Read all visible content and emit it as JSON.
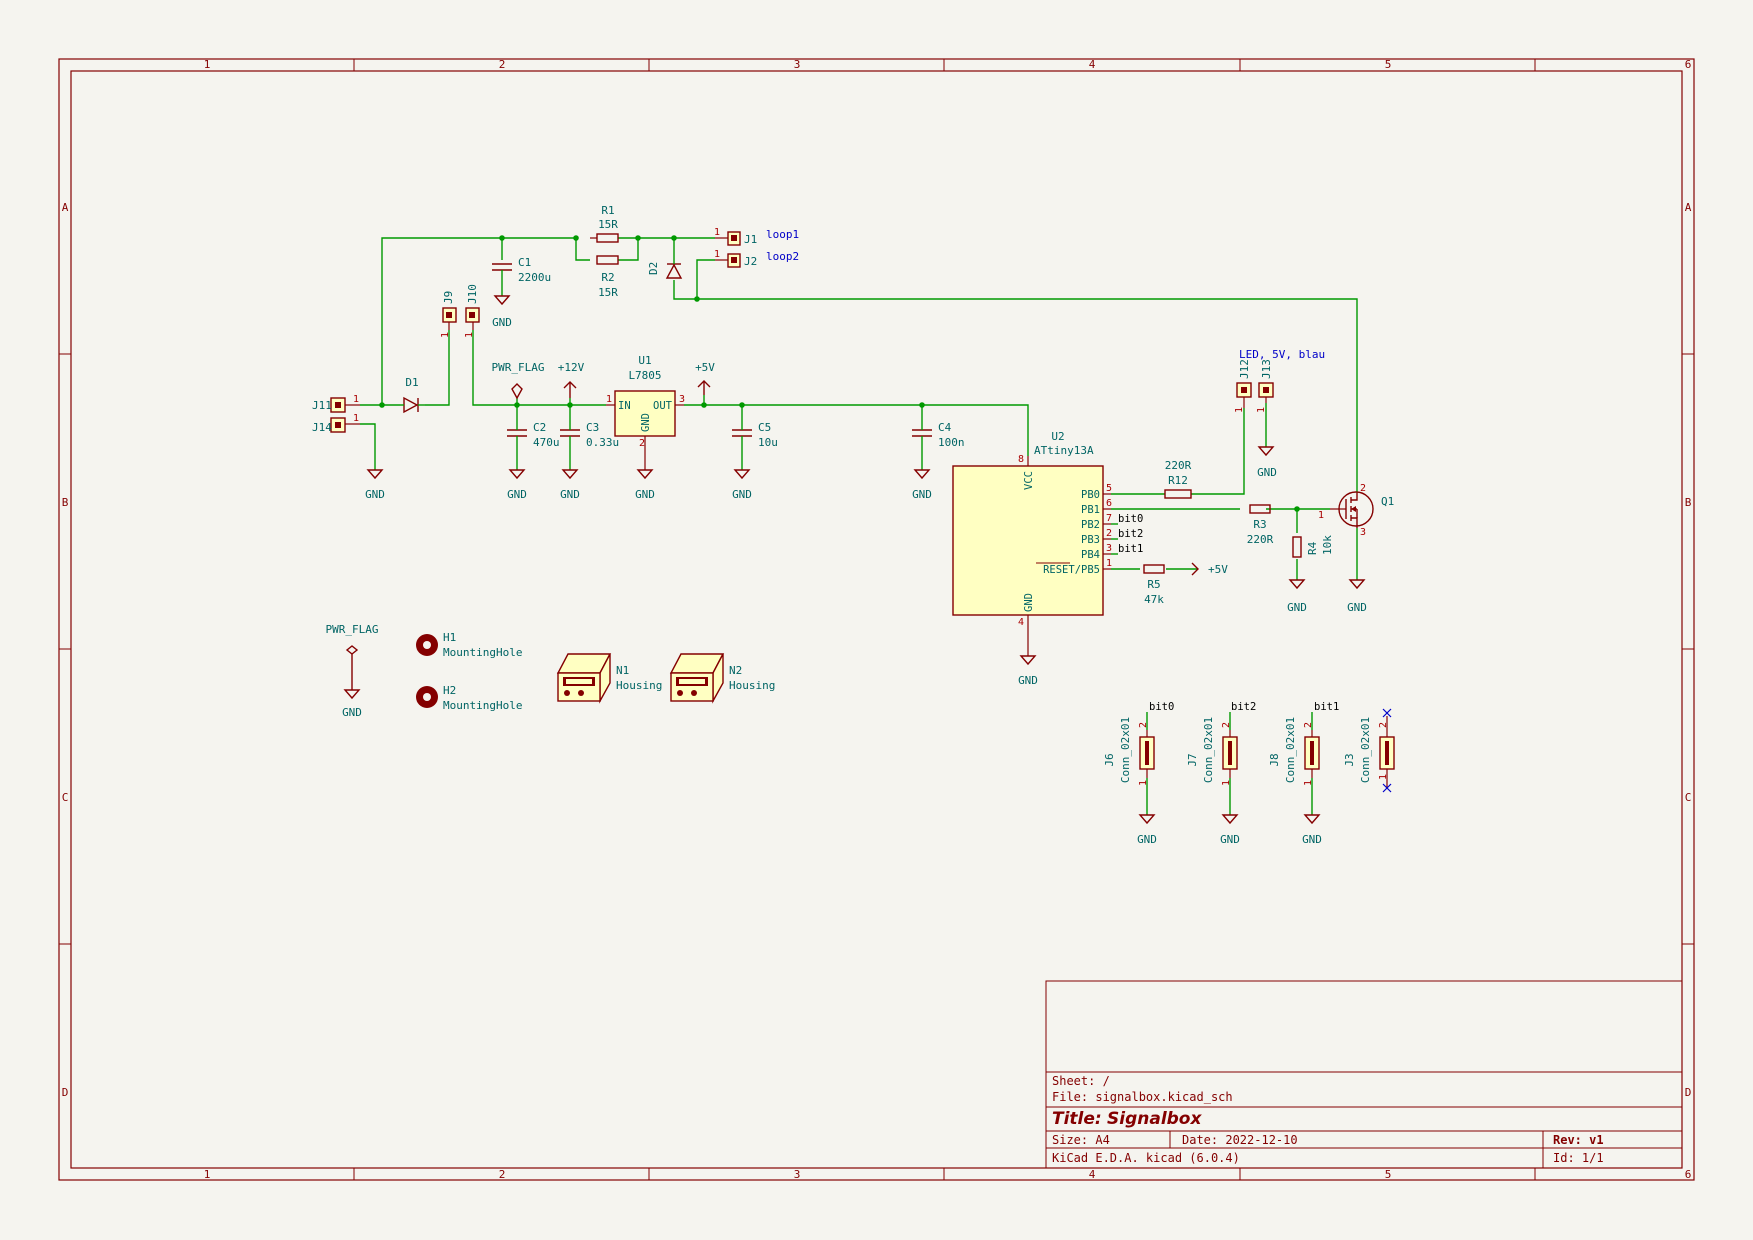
{
  "title_block": {
    "sheet": "Sheet: /",
    "file": "File: signalbox.kicad_sch",
    "title_label": "Title:",
    "title": "Signalbox",
    "size": "Size: A4",
    "date": "Date: 2022-12-10",
    "rev": "Rev: v1",
    "tool": "KiCad E.D.A.  kicad (6.0.4)",
    "id": "Id: 1/1"
  },
  "border": {
    "columns": [
      "1",
      "2",
      "3",
      "4",
      "5",
      "6"
    ],
    "rows": [
      "A",
      "B",
      "C",
      "D"
    ]
  },
  "components": {
    "r1": {
      "ref": "R1",
      "value": "15R"
    },
    "r2": {
      "ref": "R2",
      "value": "15R"
    },
    "c1": {
      "ref": "C1",
      "value": "2200u"
    },
    "j1": {
      "ref": "J1",
      "note": "loop1"
    },
    "j2": {
      "ref": "J2",
      "note": "loop2"
    },
    "d2": {
      "ref": "D2"
    },
    "j9": {
      "ref": "J9"
    },
    "j10": {
      "ref": "J10"
    },
    "j11": {
      "ref": "J11"
    },
    "j14": {
      "ref": "J14"
    },
    "d1": {
      "ref": "D1"
    },
    "u1": {
      "ref": "U1",
      "value": "L7805",
      "pin_in": "IN",
      "pin_out": "OUT",
      "pin_gnd": "GND"
    },
    "c2": {
      "ref": "C2",
      "value": "470u"
    },
    "c3": {
      "ref": "C3",
      "value": "0.33u"
    },
    "c5": {
      "ref": "C5",
      "value": "10u"
    },
    "c4": {
      "ref": "C4",
      "value": "100n"
    },
    "u2": {
      "ref": "U2",
      "value": "ATtiny13A",
      "vcc": "VCC",
      "gnd": "GND",
      "pins": [
        "PB0",
        "PB1",
        "PB2",
        "PB3",
        "PB4",
        "RESET/PB5"
      ]
    },
    "r12": {
      "ref": "R12",
      "value": "220R"
    },
    "r3": {
      "ref": "R3",
      "value": "220R"
    },
    "r4": {
      "ref": "R4",
      "value": "10k"
    },
    "r5": {
      "ref": "R5",
      "value": "47k"
    },
    "q1": {
      "ref": "Q1"
    },
    "j12": {
      "ref": "J12"
    },
    "j13": {
      "ref": "J13"
    },
    "led_note": "LED, 5V, blau",
    "h1": {
      "ref": "H1",
      "value": "MountingHole"
    },
    "h2": {
      "ref": "H2",
      "value": "MountingHole"
    },
    "n1": {
      "ref": "N1",
      "value": "Housing"
    },
    "n2": {
      "ref": "N2",
      "value": "Housing"
    },
    "j6": {
      "ref": "J6",
      "value": "Conn_02x01"
    },
    "j7": {
      "ref": "J7",
      "value": "Conn_02x01"
    },
    "j8": {
      "ref": "J8",
      "value": "Conn_02x01"
    },
    "j3": {
      "ref": "J3",
      "value": "Conn_02x01"
    }
  },
  "power": {
    "gnd": "GND",
    "pwr_flag": "PWR_FLAG",
    "v12": "+12V",
    "v5": "+5V"
  },
  "labels": {
    "bit0": "bit0",
    "bit1": "bit1",
    "bit2": "bit2"
  }
}
